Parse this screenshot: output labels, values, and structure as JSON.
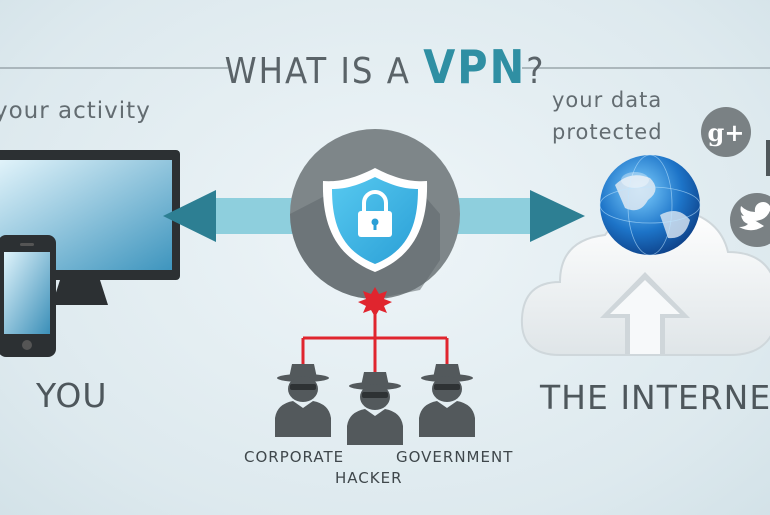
{
  "title": {
    "prefix": "WHAT IS A ",
    "highlight": "VPN",
    "suffix": "?"
  },
  "left": {
    "caption": "your activity",
    "label": "YOU"
  },
  "right": {
    "caption_line1": "your data",
    "caption_line2": "protected",
    "label": "THE INTERNET"
  },
  "threats": {
    "corporate": "CORPORATE",
    "hacker": "HACKER",
    "government": "GOVERNMENT"
  },
  "social_icons": [
    "google-plus-icon",
    "twitter-icon"
  ],
  "colors": {
    "accent": "#2f8fa3",
    "pipe": "#8ecfdd",
    "arrow": "#2d7f93",
    "threat_line": "#e0252e",
    "shield": "#3cb9e6",
    "dark": "#2c3033"
  }
}
